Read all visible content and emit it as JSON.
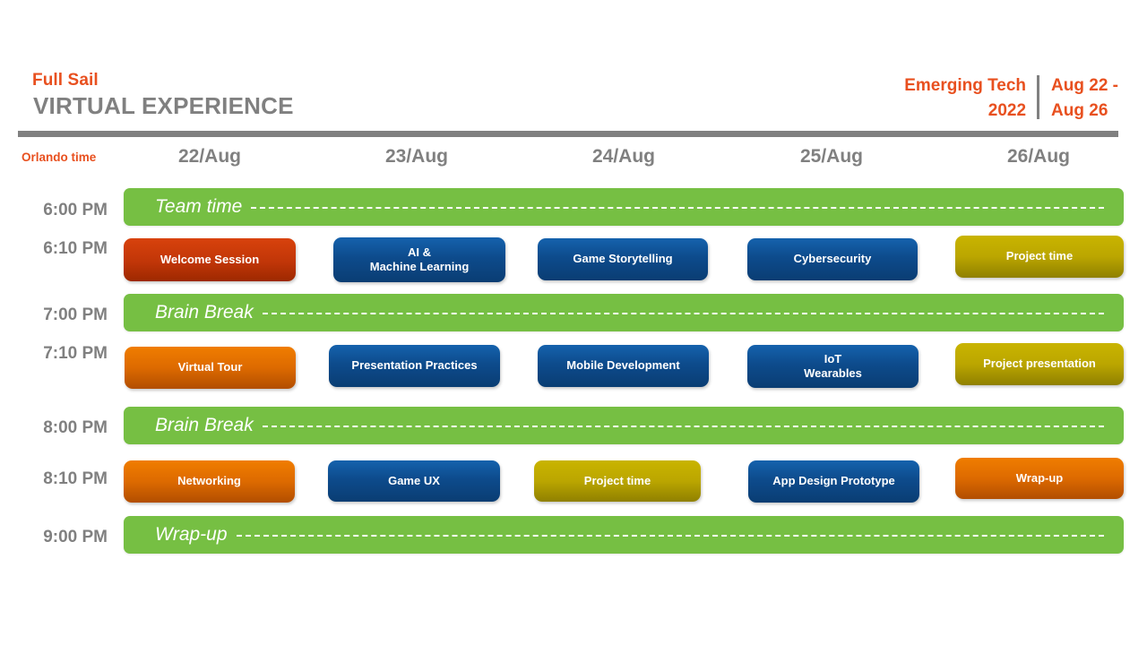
{
  "header": {
    "brand_name": "Full Sail",
    "brand_title": "VIRTUAL EXPERIENCE",
    "event_name_line1": "Emerging Tech",
    "event_name_line2": "2022",
    "event_dates_line1": "Aug 22 -",
    "event_dates_line2": "Aug 26",
    "accent_color": "#e8501f",
    "rule_color": "#808080"
  },
  "timezone_label": "Orlando time",
  "columns": [
    {
      "label": "22/Aug"
    },
    {
      "label": "23/Aug"
    },
    {
      "label": "24/Aug"
    },
    {
      "label": "25/Aug"
    },
    {
      "label": "26/Aug"
    }
  ],
  "times": {
    "t1": "6:00 PM",
    "t2": "6:10 PM",
    "t3": "7:00 PM",
    "t4": "7:10 PM",
    "t5": "8:00 PM",
    "t6": "8:10 PM",
    "t7": "9:00 PM"
  },
  "breaks": {
    "team_time": "Team time",
    "brain_break_1": "Brain Break",
    "brain_break_2": "Brain Break",
    "wrap_up": "Wrap-up"
  },
  "sessions": {
    "row1": [
      {
        "title": "Welcome Session",
        "color": "red"
      },
      {
        "title": "AI &\nMachine Learning",
        "line1": "AI &",
        "line2": "Machine Learning",
        "color": "blue"
      },
      {
        "title": "Game Storytelling",
        "color": "blue"
      },
      {
        "title": "Cybersecurity",
        "color": "blue"
      },
      {
        "title": "Project time",
        "color": "gold"
      }
    ],
    "row2": [
      {
        "title": "Virtual Tour",
        "color": "orange"
      },
      {
        "title": "Presentation Practices",
        "color": "blue"
      },
      {
        "title": "Mobile Development",
        "color": "blue"
      },
      {
        "title": "IoT\nWearables",
        "line1": "IoT",
        "line2": "Wearables",
        "color": "blue"
      },
      {
        "title": "Project presentation",
        "color": "gold"
      }
    ],
    "row3": [
      {
        "title": "Networking",
        "color": "orange"
      },
      {
        "title": "Game UX",
        "color": "blue"
      },
      {
        "title": "Project time",
        "color": "gold"
      },
      {
        "title": "App Design Prototype",
        "color": "blue"
      },
      {
        "title": "Wrap-up",
        "color": "orange"
      }
    ]
  },
  "colors": {
    "break_green": "#76bf43",
    "blue": "#0d4b8c",
    "red": "#c13608",
    "orange": "#dd6a00",
    "gold": "#bba600",
    "gray_text": "#808080"
  }
}
